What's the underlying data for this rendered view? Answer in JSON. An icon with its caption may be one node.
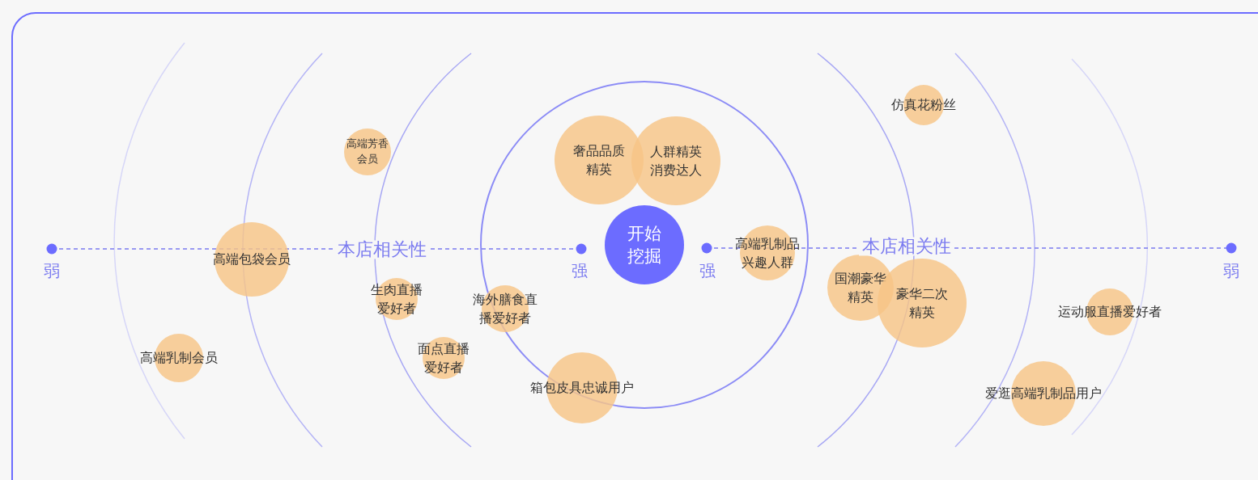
{
  "diagram": {
    "nodes": [
      {
        "text": [
          "高端芳香会员"
        ]
      },
      {
        "text": [
          "奢品品质精英"
        ]
      },
      {
        "text": [
          "人群精英消费达人"
        ]
      },
      {
        "text": [
          "仿真花粉丝"
        ]
      },
      {
        "text": [
          "高端包袋会员"
        ]
      },
      {
        "text": [
          "开始挖掘"
        ]
      },
      {
        "text": [
          "高端乳制品兴趣人群"
        ]
      },
      {
        "text": [
          "国潮豪华精英"
        ]
      },
      {
        "text": [
          "豪华二次精英"
        ]
      },
      {
        "text": [
          "生肉直播爱好者"
        ]
      },
      {
        "text": [
          "海外膳食直播爱好者"
        ]
      },
      {
        "text": [
          "运动服直播爱好者"
        ]
      },
      {
        "text": [
          "高端乳制会员"
        ]
      },
      {
        "text": [
          "面点直播爱好者"
        ]
      },
      {
        "text": [
          "箱包皮具忠诚用户"
        ]
      },
      {
        "text": [
          "爱逛高端乳制品用户"
        ]
      }
    ],
    "edges": [],
    "labels": [
      "弱",
      "本店相关性",
      "强",
      "强",
      "本店相关性",
      "弱"
    ]
  }
}
